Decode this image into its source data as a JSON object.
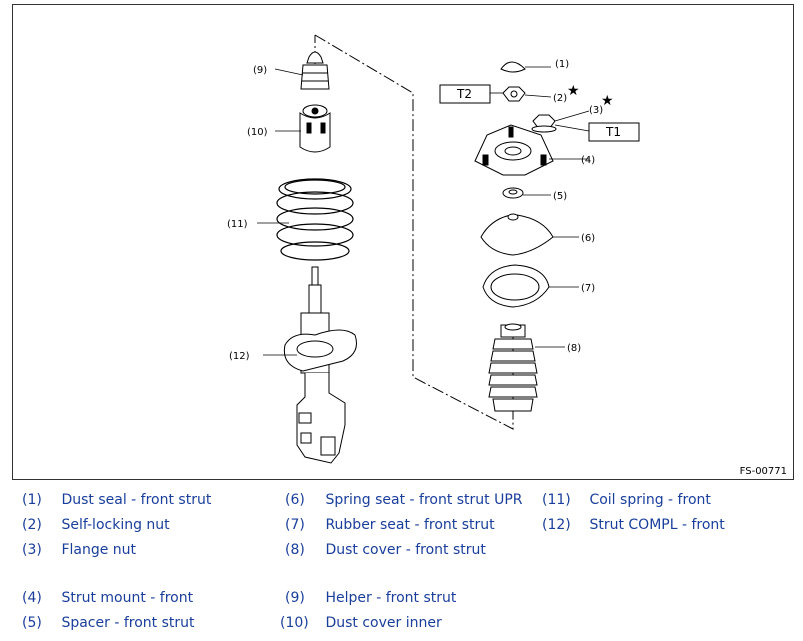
{
  "figure_code": "FS-00771",
  "torque_labels": {
    "t1": "T1",
    "t2": "T2"
  },
  "star_symbol": "★",
  "callouts": {
    "c1": "(1)",
    "c2": "(2)",
    "c3": "(3)",
    "c4": "(4)",
    "c5": "(5)",
    "c6": "(6)",
    "c7": "(7)",
    "c8": "(8)",
    "c9": "(9)",
    "c10": "(10)",
    "c11": "(11)",
    "c12": "(12)"
  },
  "legend": [
    {
      "num": "(1)",
      "name": "Dust seal - front strut"
    },
    {
      "num": "(2)",
      "name": "Self-locking nut"
    },
    {
      "num": "(3)",
      "name": "Flange nut"
    },
    {
      "num": "(4)",
      "name": "Strut mount - front"
    },
    {
      "num": "(5)",
      "name": "Spacer - front strut"
    },
    {
      "num": "(6)",
      "name": "Spring seat - front strut UPR"
    },
    {
      "num": "(7)",
      "name": "Rubber seat - front strut"
    },
    {
      "num": "(8)",
      "name": "Dust cover - front strut"
    },
    {
      "num": "(9)",
      "name": "Helper - front strut"
    },
    {
      "num": "(10)",
      "name": "Dust cover inner"
    },
    {
      "num": "(11)",
      "name": "Coil spring - front"
    },
    {
      "num": "(12)",
      "name": "Strut COMPL - front"
    }
  ]
}
